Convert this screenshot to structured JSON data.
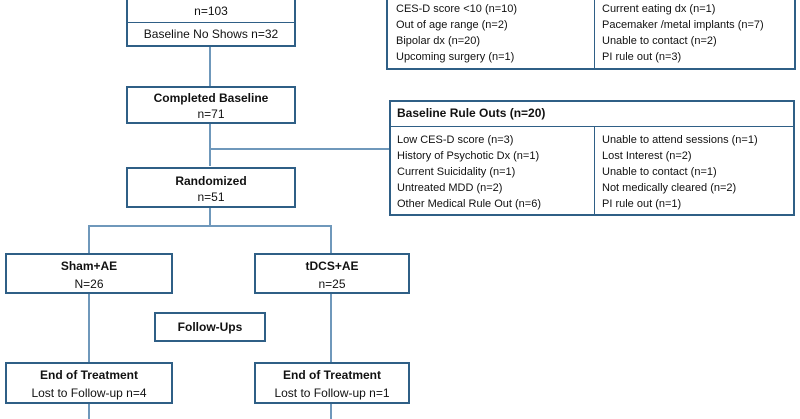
{
  "top_box": {
    "count": "n=103",
    "no_shows": "Baseline No Shows n=32"
  },
  "screen_rule_outs": {
    "left": [
      "CES-D score <10 (n=10)",
      "Out of age range (n=2)",
      "Bipolar dx (n=20)",
      "Upcoming surgery (n=1)"
    ],
    "right": [
      "Current eating dx (n=1)",
      "Pacemaker /metal implants (n=7)",
      "Unable to contact (n=2)",
      "PI rule out (n=3)"
    ]
  },
  "completed_baseline": {
    "title": "Completed Baseline",
    "count": "n=71"
  },
  "baseline_rule_outs": {
    "title": "Baseline Rule Outs (n=20)",
    "left": [
      "Low CES-D score (n=3)",
      "History of Psychotic Dx (n=1)",
      "Current Suicidality (n=1)",
      "Untreated MDD (n=2)",
      "Other Medical Rule Out (n=6)"
    ],
    "right": [
      "Unable to attend sessions (n=1)",
      "Lost Interest (n=2)",
      "Unable to contact (n=1)",
      "Not medically cleared (n=2)",
      "PI rule out (n=1)"
    ]
  },
  "randomized": {
    "title": "Randomized",
    "count": "n=51"
  },
  "sham": {
    "title": "Sham+AE",
    "count": "N=26"
  },
  "tdcs": {
    "title": "tDCS+AE",
    "count": "n=25"
  },
  "follow_ups": {
    "label": "Follow-Ups"
  },
  "eot_sham": {
    "title": "End of Treatment",
    "lost": "Lost to Follow-up n=4"
  },
  "eot_tdcs": {
    "title": "End of Treatment",
    "lost": "Lost to Follow-up n=1"
  }
}
